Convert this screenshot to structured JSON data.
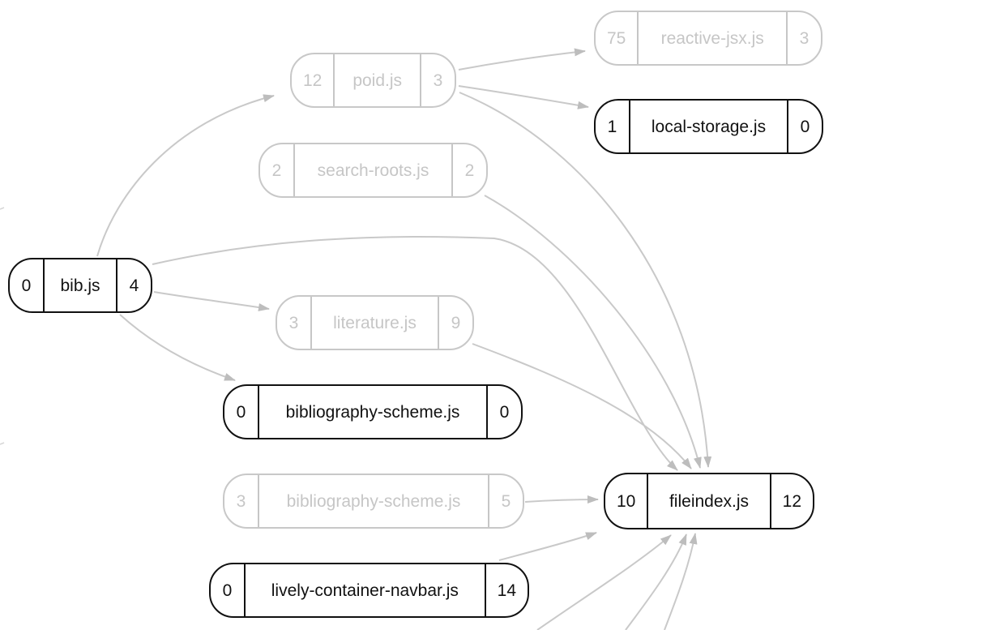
{
  "diagram": {
    "type": "module-dependency-graph",
    "colors": {
      "active": "#111111",
      "faded": "#c8c8c8",
      "edge": "#c9c9c9",
      "arrowhead": "#bdbdbd",
      "background": "#ffffff"
    },
    "nodes": [
      {
        "id": "reactive-jsx",
        "in": "75",
        "label": "reactive-jsx.js",
        "out": "3",
        "state": "faded"
      },
      {
        "id": "poid",
        "in": "12",
        "label": "poid.js",
        "out": "3",
        "state": "faded"
      },
      {
        "id": "local-storage",
        "in": "1",
        "label": "local-storage.js",
        "out": "0",
        "state": "active"
      },
      {
        "id": "search-roots",
        "in": "2",
        "label": "search-roots.js",
        "out": "2",
        "state": "faded"
      },
      {
        "id": "bib",
        "in": "0",
        "label": "bib.js",
        "out": "4",
        "state": "active"
      },
      {
        "id": "literature",
        "in": "3",
        "label": "literature.js",
        "out": "9",
        "state": "faded"
      },
      {
        "id": "bibliography-scheme",
        "in": "0",
        "label": "bibliography-scheme.js",
        "out": "0",
        "state": "active"
      },
      {
        "id": "bibliography-scheme-2",
        "in": "3",
        "label": "bibliography-scheme.js",
        "out": "5",
        "state": "faded"
      },
      {
        "id": "fileindex",
        "in": "10",
        "label": "fileindex.js",
        "out": "12",
        "state": "active"
      },
      {
        "id": "lively-container-navbar",
        "in": "0",
        "label": "lively-container-navbar.js",
        "out": "14",
        "state": "active"
      }
    ],
    "edges": [
      {
        "from": "bib",
        "to": "poid"
      },
      {
        "from": "poid",
        "to": "reactive-jsx"
      },
      {
        "from": "poid",
        "to": "local-storage"
      },
      {
        "from": "poid",
        "to": "fileindex"
      },
      {
        "from": "search-roots",
        "to": "fileindex"
      },
      {
        "from": "bib",
        "to": "fileindex"
      },
      {
        "from": "bib",
        "to": "literature"
      },
      {
        "from": "bib",
        "to": "bibliography-scheme"
      },
      {
        "from": "literature",
        "to": "fileindex"
      },
      {
        "from": "bibliography-scheme-2",
        "to": "fileindex"
      },
      {
        "from": "lively-container-navbar",
        "to": "fileindex"
      },
      {
        "from": "offscreen-bottom-1",
        "to": "fileindex"
      },
      {
        "from": "offscreen-bottom-2",
        "to": "fileindex"
      },
      {
        "from": "offscreen-bottom-3",
        "to": "fileindex"
      }
    ]
  }
}
